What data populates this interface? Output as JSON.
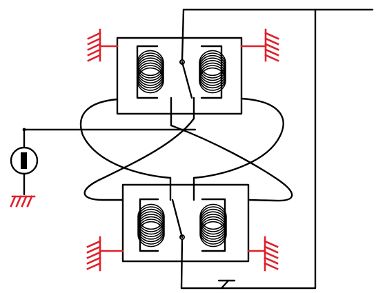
{
  "diagram": {
    "kind": "electrical-schematic",
    "components": [
      {
        "name": "upper-relay",
        "type": "relay",
        "coils": 2,
        "contact": "switch"
      },
      {
        "name": "lower-relay",
        "type": "relay",
        "coils": 2,
        "contact": "switch"
      },
      {
        "name": "meter",
        "type": "measuring-instrument"
      },
      {
        "name": "ground-symbols",
        "type": "ground",
        "count": 5
      },
      {
        "name": "key",
        "type": "switch"
      }
    ],
    "colors": {
      "wire": "#000000",
      "ground": "#e0202a",
      "background": "#ffffff"
    }
  }
}
